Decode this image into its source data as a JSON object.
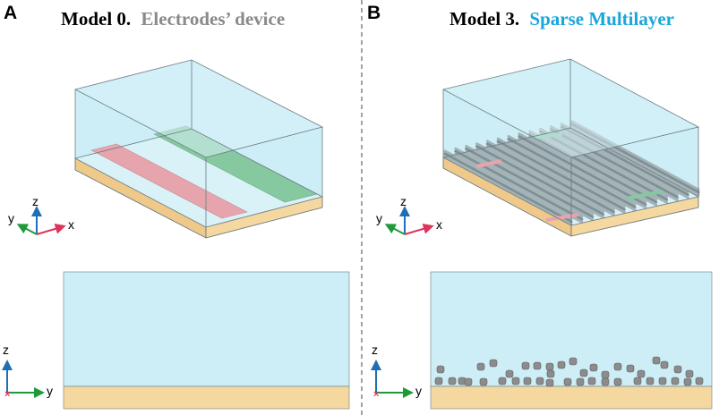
{
  "panels": [
    {
      "letter": "A",
      "title_prefix": "Model 0.",
      "title_suffix": "Electrodes’ device"
    },
    {
      "letter": "B",
      "title_prefix": "Model 3.",
      "title_suffix": "Sparse Multilayer"
    }
  ],
  "axes": {
    "x": "x",
    "y": "y",
    "z": "z"
  },
  "colors": {
    "water": "#cdeef7",
    "substrate": "#f5d8a0",
    "electrode_red": "#e6a5ad",
    "electrode_green": "#86c9a0",
    "wire": "#8e9da2",
    "title_gray": "#8a8a8a",
    "title_cyan": "#1aa6dc",
    "axis_x": "#e0325a",
    "axis_y": "#1f9a3a",
    "axis_z": "#1f6fb5"
  }
}
